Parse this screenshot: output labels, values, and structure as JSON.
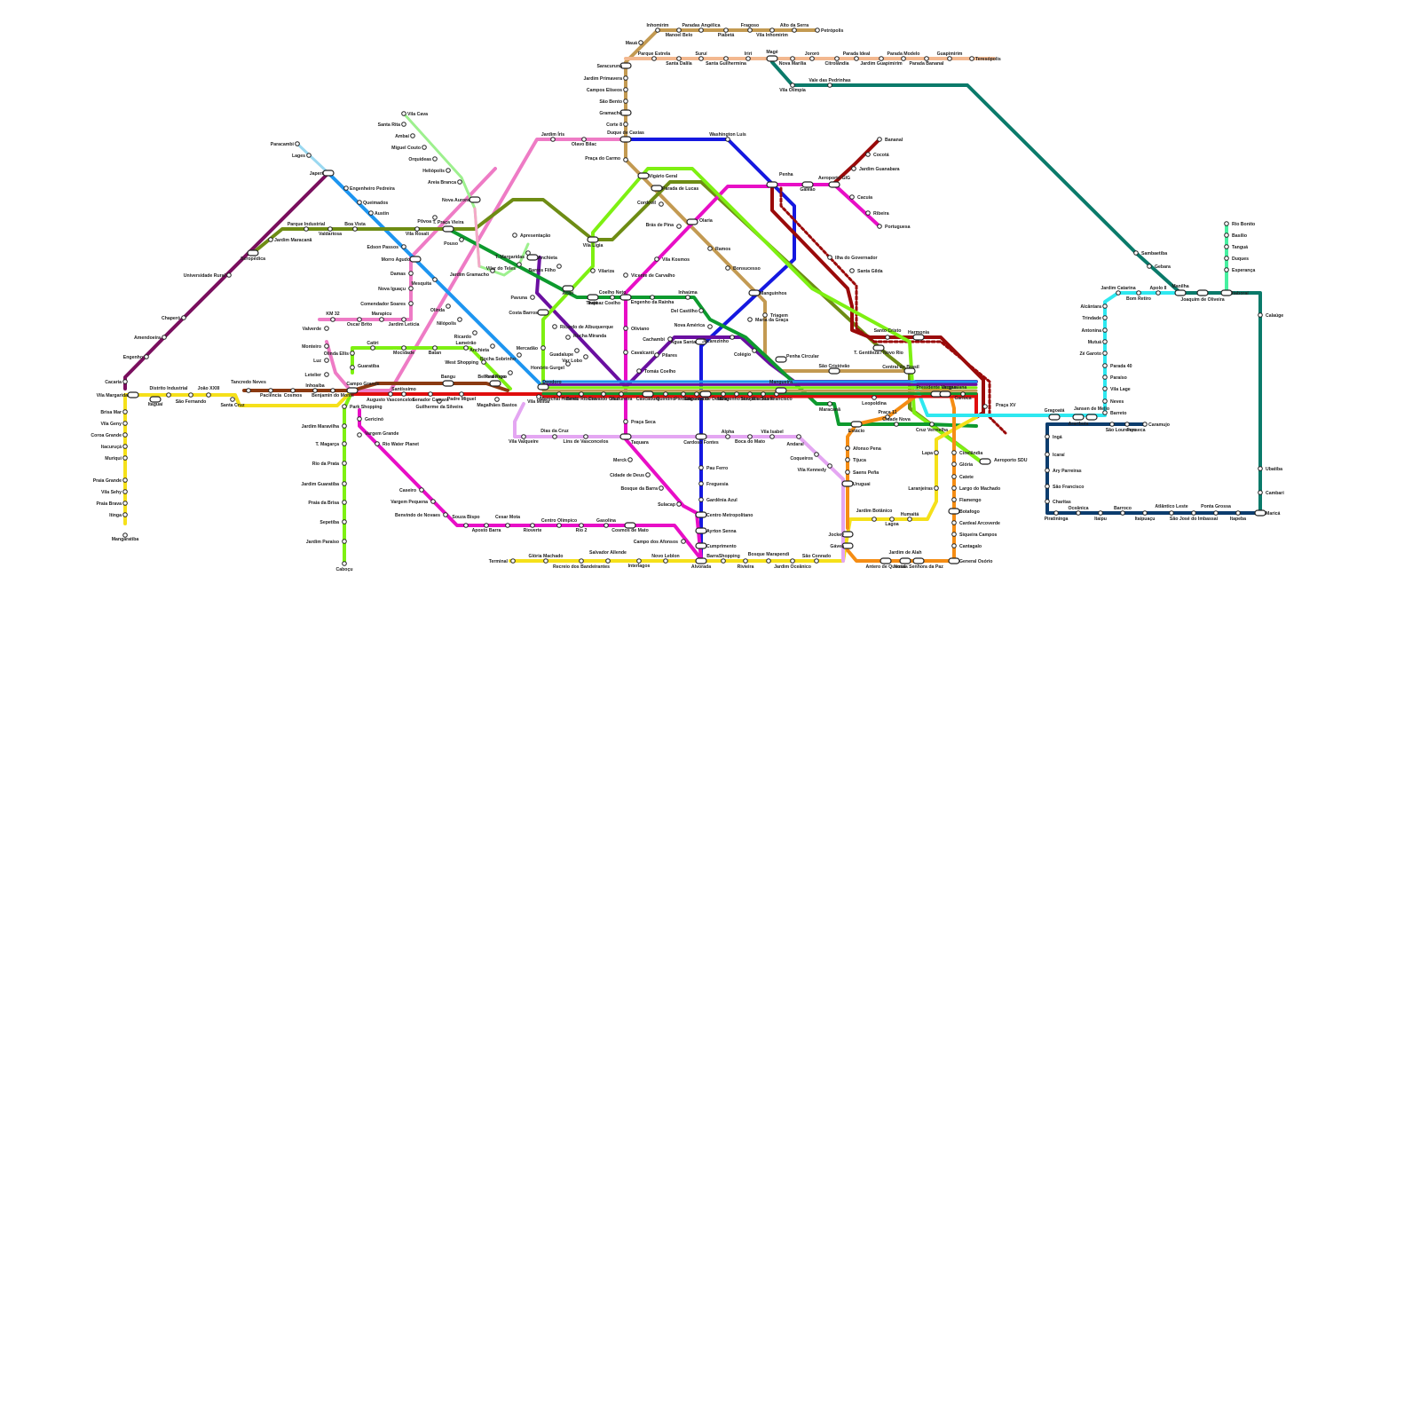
{
  "colors": {
    "background": "#ffffff",
    "station_fill": "#ffffff",
    "station_stroke": "#222222",
    "label": "#222222"
  },
  "lines": [
    {
      "id": "tan",
      "color": "#c39a52"
    },
    {
      "id": "peach",
      "color": "#f3b88f"
    },
    {
      "id": "teal",
      "color": "#0a7a6a"
    },
    {
      "id": "pink",
      "color": "#ee7bc5"
    },
    {
      "id": "blue",
      "color": "#1518e0"
    },
    {
      "id": "navy",
      "color": "#0c3d6e"
    },
    {
      "id": "cyan",
      "color": "#2ee8f0"
    },
    {
      "id": "sky",
      "color": "#1d95f0"
    },
    {
      "id": "purple",
      "color": "#6a0fa0"
    },
    {
      "id": "magenta",
      "color": "#e80ec6"
    },
    {
      "id": "darkred",
      "color": "#9a0a0a"
    },
    {
      "id": "red",
      "color": "#e00d0d"
    },
    {
      "id": "brown",
      "color": "#8b3a12"
    },
    {
      "id": "olive",
      "color": "#6e8c14"
    },
    {
      "id": "green",
      "color": "#0d9a2e"
    },
    {
      "id": "lime",
      "color": "#7ef012"
    },
    {
      "id": "yellow",
      "color": "#f5e01a"
    },
    {
      "id": "orange",
      "color": "#f58d14"
    },
    {
      "id": "lilac",
      "color": "#e4a6f2"
    },
    {
      "id": "plum",
      "color": "#7a0f5e"
    },
    {
      "id": "mint",
      "color": "#9df08e"
    },
    {
      "id": "lightpink",
      "color": "#f4a8c8"
    },
    {
      "id": "seafoam",
      "color": "#46f0a0"
    },
    {
      "id": "lightblue",
      "color": "#9ad8f0"
    }
  ],
  "stations": [
    {
      "name": "Inhomirim"
    },
    {
      "name": "Paradas Angélica"
    },
    {
      "name": "Fragoso"
    },
    {
      "name": "Alto da Serra"
    },
    {
      "name": "Petrópolis"
    },
    {
      "name": "Manoel Belo"
    },
    {
      "name": "Piabetá"
    },
    {
      "name": "Vila Inhomirim"
    },
    {
      "name": "Mauá"
    },
    {
      "name": "Parque Estrela"
    },
    {
      "name": "Suruí"
    },
    {
      "name": "Iriri"
    },
    {
      "name": "Magé"
    },
    {
      "name": "Jororó"
    },
    {
      "name": "Parada Ideal"
    },
    {
      "name": "Parada Modelo"
    },
    {
      "name": "Guapimirim"
    },
    {
      "name": "Teresópolis"
    },
    {
      "name": "Santa Dalila"
    },
    {
      "name": "Santa Guilhermina"
    },
    {
      "name": "Nova Marília"
    },
    {
      "name": "Citrolândia"
    },
    {
      "name": "Jardim Guapimirim"
    },
    {
      "name": "Parada Bananal"
    },
    {
      "name": "Vale das Pedrinhas"
    },
    {
      "name": "Vila Olímpia"
    },
    {
      "name": "Saracuruna"
    },
    {
      "name": "Jardim Primavera"
    },
    {
      "name": "Campos Elíseos"
    },
    {
      "name": "São Bento"
    },
    {
      "name": "Gramacho"
    },
    {
      "name": "Corte 8"
    },
    {
      "name": "Duque de Caxias"
    },
    {
      "name": "Washington Luís"
    },
    {
      "name": "Jardim Íris"
    },
    {
      "name": "Olavo Bilac"
    },
    {
      "name": "Vila Cava"
    },
    {
      "name": "Santa Rita"
    },
    {
      "name": "Ambaí"
    },
    {
      "name": "Miguel Couto"
    },
    {
      "name": "Orquídeas"
    },
    {
      "name": "Heliópolis"
    },
    {
      "name": "Areia Branca"
    },
    {
      "name": "Paracambi"
    },
    {
      "name": "Lages"
    },
    {
      "name": "Japeri"
    },
    {
      "name": "Engenheiro Pedreira"
    },
    {
      "name": "Queimados"
    },
    {
      "name": "Austin"
    },
    {
      "name": "Parque Industrial"
    },
    {
      "name": "Boa Vista"
    },
    {
      "name": "Valdariosa"
    },
    {
      "name": "Jardim Maracanã"
    },
    {
      "name": "Seropédica"
    },
    {
      "name": "Universidade Rural"
    },
    {
      "name": "Chaperó"
    },
    {
      "name": "Amendoeira"
    },
    {
      "name": "Engenho"
    },
    {
      "name": "Itaguaí"
    },
    {
      "name": "Itacuruçá"
    },
    {
      "name": "Muriqui"
    },
    {
      "name": "Praia Grande"
    },
    {
      "name": "Vila Sehy"
    },
    {
      "name": "Praia Brava"
    },
    {
      "name": "Itinga"
    },
    {
      "name": "Mangaratiba"
    },
    {
      "name": "Cacaria"
    },
    {
      "name": "Vila Margarida"
    },
    {
      "name": "Brisa Mar"
    },
    {
      "name": "Vila Geny"
    },
    {
      "name": "Coroa Grande"
    },
    {
      "name": "Santa Cruz"
    },
    {
      "name": "Distrito Industrial"
    },
    {
      "name": "João XXIII"
    },
    {
      "name": "São Fernando"
    },
    {
      "name": "Tancredo Neves"
    },
    {
      "name": "Paciência"
    },
    {
      "name": "Cosmos"
    },
    {
      "name": "Inhoaíba"
    },
    {
      "name": "Benjamin do Monte"
    },
    {
      "name": "Campo Grande"
    },
    {
      "name": "Santíssimo"
    },
    {
      "name": "Augusto Vasconcelos"
    },
    {
      "name": "Senador Camará"
    },
    {
      "name": "Bangu"
    },
    {
      "name": "Padre Miguel"
    },
    {
      "name": "Guilherme da Silveira"
    },
    {
      "name": "Realengo"
    },
    {
      "name": "Magalhães Bastos"
    },
    {
      "name": "Vila Militar"
    },
    {
      "name": "Deodoro"
    },
    {
      "name": "Marechal Hermes"
    },
    {
      "name": "Bento Ribeiro"
    },
    {
      "name": "Oswaldo Cruz"
    },
    {
      "name": "Madureira"
    },
    {
      "name": "Cascadura"
    },
    {
      "name": "Quintino"
    },
    {
      "name": "Piedade"
    },
    {
      "name": "Encantado"
    },
    {
      "name": "Engenho de Dentro"
    },
    {
      "name": "Méier"
    },
    {
      "name": "Engenho Novo"
    },
    {
      "name": "Sampaio"
    },
    {
      "name": "Riachuelo"
    },
    {
      "name": "São Francisco"
    },
    {
      "name": "Mangueira"
    },
    {
      "name": "São Cristóvão"
    },
    {
      "name": "Maracanã"
    },
    {
      "name": "Central do Brasil"
    },
    {
      "name": "Leopoldina"
    },
    {
      "name": "Presidente Vargas"
    },
    {
      "name": "Uruguaiana"
    },
    {
      "name": "Carioca"
    },
    {
      "name": "Praça XV"
    },
    {
      "name": "Aeroporto SDU"
    },
    {
      "name": "Cinelândia"
    },
    {
      "name": "Glória"
    },
    {
      "name": "Catete"
    },
    {
      "name": "Largo do Machado"
    },
    {
      "name": "Flamengo"
    },
    {
      "name": "Botafogo"
    },
    {
      "name": "Cardeal Arcoverde"
    },
    {
      "name": "Siqueira Campos"
    },
    {
      "name": "Cantagalo"
    },
    {
      "name": "General Osório"
    },
    {
      "name": "Lapa"
    },
    {
      "name": "Laranjeiras"
    },
    {
      "name": "Humaitá"
    },
    {
      "name": "Jardim Botânico"
    },
    {
      "name": "Lagoa"
    },
    {
      "name": "Gávea"
    },
    {
      "name": "Jockey"
    },
    {
      "name": "Jardim de Alah"
    },
    {
      "name": "Nossa Senhora da Paz"
    },
    {
      "name": "Antero de Quental"
    },
    {
      "name": "São Conrado"
    },
    {
      "name": "Jardim Oceânico"
    },
    {
      "name": "Bosque Marapendi"
    },
    {
      "name": "Rivieira"
    },
    {
      "name": "BarraShopping"
    },
    {
      "name": "Alvorada"
    },
    {
      "name": "Novo Leblon"
    },
    {
      "name": "Interlagos"
    },
    {
      "name": "Salvador Allende"
    },
    {
      "name": "Recreio dos Bandeirantes"
    },
    {
      "name": "Glória Machado"
    },
    {
      "name": "Terminal"
    },
    {
      "name": "Estácio"
    },
    {
      "name": "Praça 11"
    },
    {
      "name": "Cidade Nova"
    },
    {
      "name": "Afonso Pena"
    },
    {
      "name": "Tijuca"
    },
    {
      "name": "Saens Peña"
    },
    {
      "name": "Uruguai"
    },
    {
      "name": "Cruz Vermelha"
    },
    {
      "name": "Harmonia"
    },
    {
      "name": "Santo Cristo"
    },
    {
      "name": "T. Gentileza / Novo Rio"
    },
    {
      "name": "Gragoatá"
    },
    {
      "name": "Arariboia"
    },
    {
      "name": "Jansen de Mello"
    },
    {
      "name": "São Lourenço"
    },
    {
      "name": "Fonseca"
    },
    {
      "name": "Caramujo"
    },
    {
      "name": "Ingá"
    },
    {
      "name": "Icaraí"
    },
    {
      "name": "Ary Parreiras"
    },
    {
      "name": "São Francisco"
    },
    {
      "name": "Charitas"
    },
    {
      "name": "Piratininga"
    },
    {
      "name": "Oceânica"
    },
    {
      "name": "Itaipu"
    },
    {
      "name": "Barroco"
    },
    {
      "name": "Itaipuaçu"
    },
    {
      "name": "Atlântico Leste"
    },
    {
      "name": "São José do Imbassaí"
    },
    {
      "name": "Ponta Grossa"
    },
    {
      "name": "Itapeba"
    },
    {
      "name": "Maricá"
    },
    {
      "name": "Ubatiba"
    },
    {
      "name": "Cambari"
    },
    {
      "name": "Calaúge"
    },
    {
      "name": "Itaboraí"
    },
    {
      "name": "Joaquim de Oliveira"
    },
    {
      "name": "Manilha"
    },
    {
      "name": "Apolo II"
    },
    {
      "name": "Bom Retiro"
    },
    {
      "name": "Jardim Catarina"
    },
    {
      "name": "Alcântara"
    },
    {
      "name": "Trindade"
    },
    {
      "name": "Antonina"
    },
    {
      "name": "Mutuá"
    },
    {
      "name": "Zé Garoto"
    },
    {
      "name": "Paraíso"
    },
    {
      "name": "Parada 40"
    },
    {
      "name": "Vila Lage"
    },
    {
      "name": "Neves"
    },
    {
      "name": "Barreto"
    },
    {
      "name": "Rio Bonito"
    },
    {
      "name": "Basílio"
    },
    {
      "name": "Tanguá"
    },
    {
      "name": "Duques"
    },
    {
      "name": "Esperança"
    },
    {
      "name": "Sambaetiba"
    },
    {
      "name": "Gebara"
    },
    {
      "name": "Santa Gilda"
    },
    {
      "name": "Ilha do Governador"
    },
    {
      "name": "Bananal"
    },
    {
      "name": "Cocotá"
    },
    {
      "name": "Galeão"
    },
    {
      "name": "Jardim Guanabara"
    },
    {
      "name": "Cacuia"
    },
    {
      "name": "Ribeira"
    },
    {
      "name": "Portuguesa"
    },
    {
      "name": "Aeroporto GIG"
    },
    {
      "name": "Penha"
    },
    {
      "name": "Olaria"
    },
    {
      "name": "Ramos"
    },
    {
      "name": "Bonsucesso"
    },
    {
      "name": "Manguinhos"
    },
    {
      "name": "Triagem"
    },
    {
      "name": "Penha Circular"
    },
    {
      "name": "Brás de Pina"
    },
    {
      "name": "Cordovil"
    },
    {
      "name": "Parada de Lucas"
    },
    {
      "name": "Vigário Geral"
    },
    {
      "name": "Praça do Carmo"
    },
    {
      "name": "Vila Kosmos"
    },
    {
      "name": "Vicente de Carvalho"
    },
    {
      "name": "Thomaz Coelho"
    },
    {
      "name": "Engenho da Rainha"
    },
    {
      "name": "Inhaúma"
    },
    {
      "name": "Del Castilho"
    },
    {
      "name": "Nova América"
    },
    {
      "name": "Maria da Graça"
    },
    {
      "name": "Jacarezinho"
    },
    {
      "name": "Colégio"
    },
    {
      "name": "Irajá"
    },
    {
      "name": "Coelho Neto"
    },
    {
      "name": "Acari"
    },
    {
      "name": "Barros Filho"
    },
    {
      "name": "Costa Barros"
    },
    {
      "name": "Pavuna"
    },
    {
      "name": "Anchieta"
    },
    {
      "name": "Ricardo de Albuquerque"
    },
    {
      "name": "Guadalupe"
    },
    {
      "name": "Mercadão"
    },
    {
      "name": "Honório Gurgel"
    },
    {
      "name": "Rocha Miranda"
    },
    {
      "name": "Vaz Lobo"
    },
    {
      "name": "Oliviano"
    },
    {
      "name": "Cavalcanti"
    },
    {
      "name": "Tomás Coelho"
    },
    {
      "name": "Pilares"
    },
    {
      "name": "Cachambi"
    },
    {
      "name": "Água Santa"
    },
    {
      "name": "Cardoso Fontes"
    },
    {
      "name": "Pau Ferro"
    },
    {
      "name": "Freguesia"
    },
    {
      "name": "Gardênia Azul"
    },
    {
      "name": "Centro Metropolitano"
    },
    {
      "name": "Ayrton Senna"
    },
    {
      "name": "Cumprimento"
    },
    {
      "name": "Praça Seca"
    },
    {
      "name": "Taquara"
    },
    {
      "name": "Merck"
    },
    {
      "name": "Cidade de Deus"
    },
    {
      "name": "Bosque da Barra"
    },
    {
      "name": "Sulacap"
    },
    {
      "name": "Campo dos Afonsos"
    },
    {
      "name": "Vila Valqueire"
    },
    {
      "name": "Dias da Cruz"
    },
    {
      "name": "Lins de Vasconcelos"
    },
    {
      "name": "Alpha"
    },
    {
      "name": "Boca do Mato"
    },
    {
      "name": "Vila Isabel"
    },
    {
      "name": "Andaraí"
    },
    {
      "name": "Coqueiros"
    },
    {
      "name": "Vila Kennedy"
    },
    {
      "name": "Catiri"
    },
    {
      "name": "Mocidade"
    },
    {
      "name": "Batan"
    },
    {
      "name": "Lameirão"
    },
    {
      "name": "West Shopping"
    },
    {
      "name": "Olinda Ellis"
    },
    {
      "name": "Guaratiba"
    },
    {
      "name": "Gericinó"
    },
    {
      "name": "Rio da Prata"
    },
    {
      "name": "Vargem Grande"
    },
    {
      "name": "Rio Water Planet"
    },
    {
      "name": "Caseiro"
    },
    {
      "name": "Vargem Pequena"
    },
    {
      "name": "Benvindo de Novaes"
    },
    {
      "name": "Souza Bispo"
    },
    {
      "name": "Cesar Mota"
    },
    {
      "name": "Aposto Barra"
    },
    {
      "name": "Rioverte"
    },
    {
      "name": "Centro Olímpico"
    },
    {
      "name": "Rio 2"
    },
    {
      "name": "Gasolina"
    },
    {
      "name": "Cosmos de Mato"
    },
    {
      "name": "Park Shopping"
    },
    {
      "name": "Jardim Maravilha"
    },
    {
      "name": "T. Magarça"
    },
    {
      "name": "Jardim Guaratiba"
    },
    {
      "name": "Praia da Brisa"
    },
    {
      "name": "Sepetiba"
    },
    {
      "name": "Jardim Paraíso"
    },
    {
      "name": "Caboçu"
    },
    {
      "name": "KM 32"
    },
    {
      "name": "Marapicu"
    },
    {
      "name": "Valverde"
    },
    {
      "name": "Oscar Brito"
    },
    {
      "name": "Jardim Letícia"
    },
    {
      "name": "Monteiro"
    },
    {
      "name": "Luz"
    },
    {
      "name": "Letelier"
    },
    {
      "name": "Damas"
    },
    {
      "name": "Nova Iguaçu"
    },
    {
      "name": "Comendador Soares"
    },
    {
      "name": "Morro Agudo"
    },
    {
      "name": "Edson Passos"
    },
    {
      "name": "Mesquita"
    },
    {
      "name": "Olinda"
    },
    {
      "name": "Nilópolis"
    },
    {
      "name": "Ricardo"
    },
    {
      "name": "Anchieta"
    },
    {
      "name": "Belford Roxo"
    },
    {
      "name": "Rocha Sobrinho"
    },
    {
      "name": "Nova Aurora"
    },
    {
      "name": "Pouso"
    },
    {
      "name": "Pôvoa"
    },
    {
      "name": "Vila Rosali"
    },
    {
      "name": "T. Margaridas"
    },
    {
      "name": "Apresentação"
    },
    {
      "name": "Vila Ligia"
    },
    {
      "name": "Vilariza"
    },
    {
      "name": "Jardim Gramacho"
    },
    {
      "name": "Vilar do Teles"
    },
    {
      "name": "T. Praça Vieira"
    }
  ]
}
